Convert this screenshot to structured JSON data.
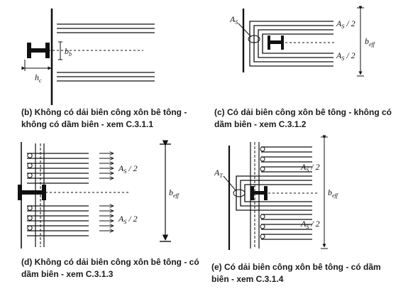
{
  "panels": {
    "b": {
      "caption_line1": "(b)  Không có dải biên công xôn bê tông -",
      "caption_line2": "không có dầm biên - xem C.3.1.1",
      "label_bb": "b",
      "label_bb_sub": "b",
      "label_hc": "h",
      "label_hc_sub": "c"
    },
    "c": {
      "caption_line1": "(c)  Có dải biên công xôn bê tông - không có",
      "caption_line2": "dầm biên - xem C.3.1.2",
      "label_As": "A",
      "label_As_sub": "S",
      "label_As2_top": "A",
      "label_As2_top_sub": "S",
      "label_As2_top_tail": " / 2",
      "label_As2_bottom": "A",
      "label_As2_bottom_sub": "S",
      "label_As2_bottom_tail": " / 2",
      "label_beff": "b",
      "label_beff_sub": "eff"
    },
    "d": {
      "caption_line1": "(d) Không có dải biên công xôn bê tông - có",
      "caption_line2": "dầm biên - xem C.3.1.3",
      "label_As2_top": "A",
      "label_As2_top_sub": "S",
      "label_As2_top_tail": " / 2",
      "label_As2_bottom": "A",
      "label_As2_bottom_sub": "S",
      "label_As2_bottom_tail": " / 2",
      "label_beff": "b",
      "label_beff_sub": "eff"
    },
    "e": {
      "caption_line1": "(e) Có dải biên công xôn bê tông - có dầm",
      "caption_line2": "biên - xem C.3.1.4",
      "label_AT": "A",
      "label_AT_sub": "T",
      "label_As2_top": "A",
      "label_As2_top_sub": "S",
      "label_As2_top_tail": " / 2",
      "label_As2_bottom": "A",
      "label_As2_bottom_sub": "S",
      "label_As2_bottom_tail": " / 2",
      "label_beff": "b",
      "label_beff_sub": "eff"
    }
  }
}
